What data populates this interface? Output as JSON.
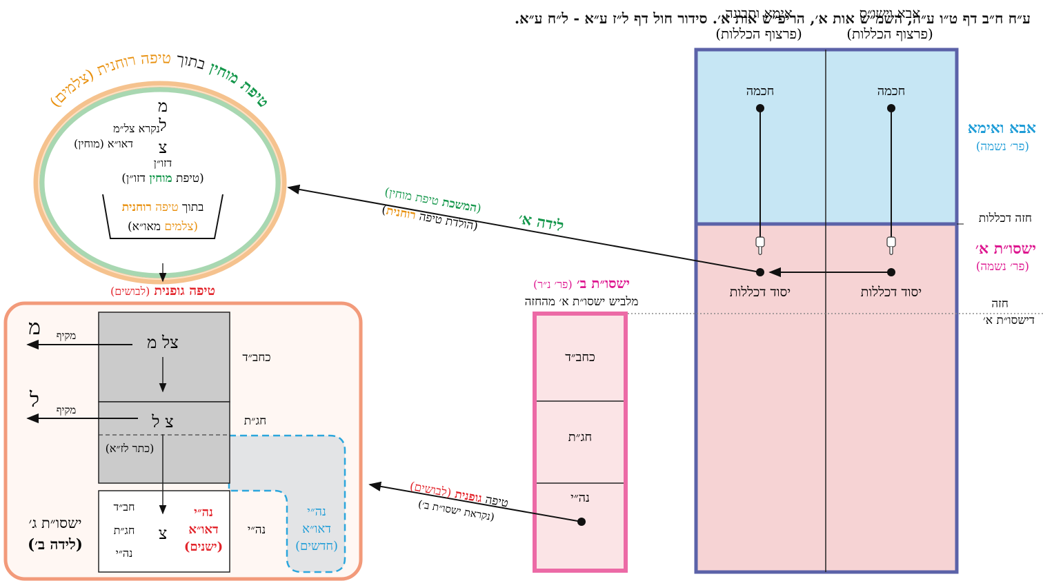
{
  "source_line": "ע״ח ח״ב דף ט״ו ע״ה, השמ״ש אות א׳, הריפ״ש אות א׳. סידור חול דף ל״ז ע״א - ל״ח ע״א.",
  "colors": {
    "accent_green": "#13964a",
    "accent_orange": "#e8900e",
    "accent_red": "#e2232a",
    "accent_magenta": "#dd168f",
    "accent_blue": "#1e9cd7",
    "frame_purple": "#5b62a8",
    "upper_fill": "#c6e6f4",
    "lower_fill": "#f6d3d4",
    "pink_frame": "#ec6aa6",
    "pink_fill": "#fbe4e6",
    "gray_dark": "#cbcbcb",
    "gray_light": "#e3e4e6",
    "orange_frame": "#f29a7a"
  },
  "right_block": {
    "col_right_header": "אבא וישו״ס",
    "col_right_sub": "(פרצוף הכללות)",
    "col_left_header": "אימא ותבונה",
    "col_left_sub": "(פרצוף הכללות)",
    "chochma_right": "חכמה",
    "chochma_left": "חכמה",
    "yesod_right": "יסוד דכללות",
    "yesod_left": "יסוד דכללות",
    "hand_icon": "hand-pointing-down-icon"
  },
  "side_labels": {
    "aba_imma": "אבא ואימא",
    "aba_imma_sub": "(פר׳ נשמה)",
    "chaze_klalut": "חזה דכללות",
    "yisut_a": "ישסו״ת א׳",
    "yisut_a_sub": "(פר׳ נשמה)",
    "chaze_yisut_line1": "חזה",
    "chaze_yisut_line2": "דישסו״ת א׳"
  },
  "yisut_b": {
    "title": "ישסו״ת ב׳",
    "title_sub": "(פר׳ נ״ר)",
    "subtitle": "מלביש ישסו״ת א׳ מהחזה",
    "rows": [
      "כחב״ד",
      "חג״ת",
      "נה״י"
    ]
  },
  "birth_a": {
    "label": "לידה א׳",
    "line1_open": "(",
    "line1_b1": "המשכת",
    "line1_b2": "טיפת מוחין",
    "line1_close": ")",
    "line2_open": "(הולדת טיפה",
    "line2_b": "רוחנית",
    "line2_close": ")"
  },
  "birth_b": {
    "line1_a": "טיפה",
    "line1_b": "גופנית",
    "line1_c": "(לבושים)",
    "line2": "(נקראת ישסו״ת ב׳)"
  },
  "oval": {
    "arc_green": "טיפת מוחין",
    "arc_black": "בתוך",
    "arc_orange": "טיפה רוחנית (צלמים)",
    "mem": "מ",
    "lamed": "ל",
    "tsadi": "צ",
    "nikra_line1": "נקרא צל״מ",
    "nikra_line2": "דאו״א (מוחין)",
    "zon": "דזו״ן",
    "tipat_open": "(טיפת",
    "tipat_b": "מוחין",
    "tipat_close": "דזו״ן)",
    "bowl_line1_a": "בתוך",
    "bowl_line1_b": "טיפה",
    "bowl_line1_c": "רוחנית",
    "bowl_line2_a": "(צלמים",
    "bowl_line2_b": "מאו״א)"
  },
  "physical": {
    "title_a": "טיפה גופנית",
    "title_b": "(לבושים)",
    "row1_label": "כחב״ד",
    "row2_label": "חג״ת",
    "row3_label": "נה״י",
    "tsel_mem": "צל מ",
    "tsel_lamed": "צ ל",
    "keter": "(כתר לז״א)",
    "makif_1": "מקיף",
    "makif_2": "מקיף",
    "big_mem": "מ",
    "big_lamed": "ל",
    "inner_chabad": "חב״ד",
    "inner_chagat": "חג״ת",
    "inner_nehi": "נה״י",
    "inner_tsadi": "צ",
    "red_l1": "נה״י",
    "red_l2": "דאו״א",
    "red_l3": "(ישנים)",
    "blue_l1": "נה״י",
    "blue_l2": "דאו״א",
    "blue_l3": "(חדשים)",
    "yisut_c_line1": "ישסו״ת ג׳",
    "yisut_c_line2": "(לידה ב׳)"
  }
}
